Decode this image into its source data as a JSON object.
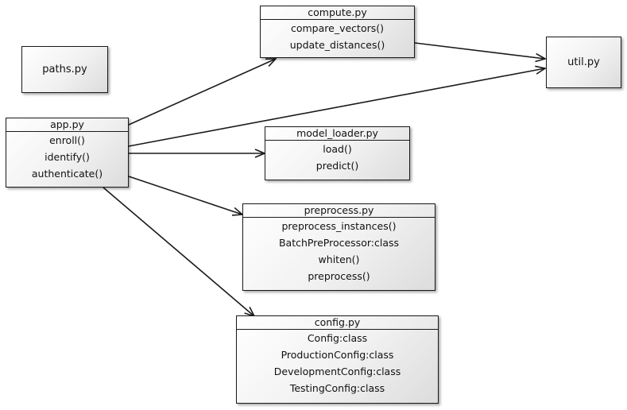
{
  "modules": [
    {
      "id": "compute",
      "name": "compute.py",
      "items": [
        "compare_vectors()",
        "update_distances()"
      ]
    },
    {
      "id": "util",
      "name": "util.py",
      "items": []
    },
    {
      "id": "paths",
      "name": "paths.py",
      "items": []
    },
    {
      "id": "app",
      "name": "app.py",
      "items": [
        "enroll()",
        "identify()",
        "authenticate()"
      ]
    },
    {
      "id": "model_loader",
      "name": "model_loader.py",
      "items": [
        "load()",
        "predict()"
      ]
    },
    {
      "id": "preprocess",
      "name": "preprocess.py",
      "items": [
        "preprocess_instances()",
        "BatchPreProcessor:class",
        "whiten()",
        "preprocess()"
      ]
    },
    {
      "id": "config",
      "name": "config.py",
      "items": [
        "Config:class",
        "ProductionConfig:class",
        "DevelopmentConfig:class",
        "TestingConfig:class"
      ]
    }
  ],
  "dependencies": [
    {
      "from": "app",
      "to": "compute"
    },
    {
      "from": "app",
      "to": "util"
    },
    {
      "from": "compute",
      "to": "util"
    },
    {
      "from": "app",
      "to": "model_loader"
    },
    {
      "from": "app",
      "to": "preprocess"
    },
    {
      "from": "app",
      "to": "config"
    }
  ],
  "colors": {
    "line": "#1a1a1a",
    "box_fill": "#f1f1f1"
  }
}
